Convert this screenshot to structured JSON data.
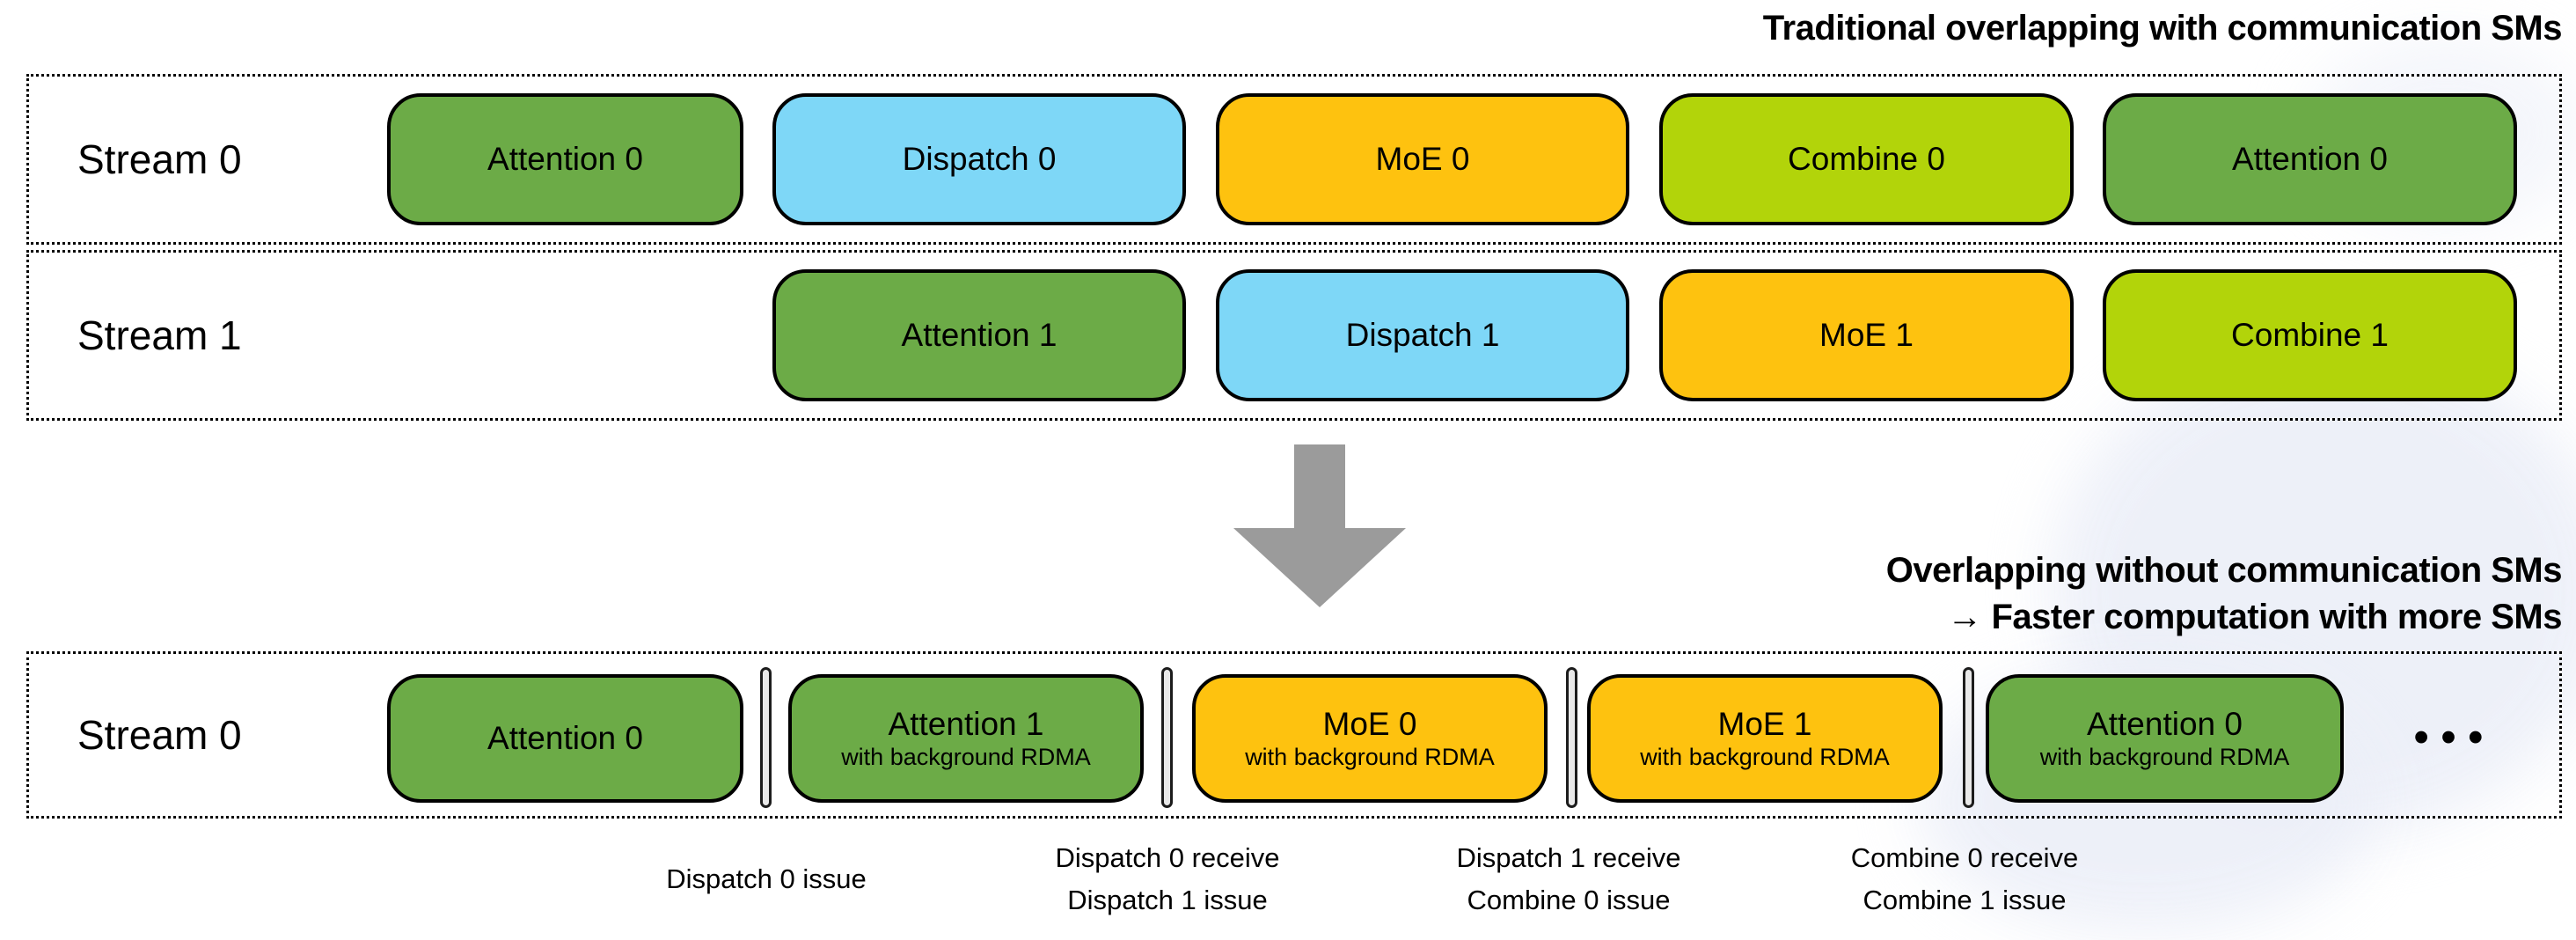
{
  "titles": {
    "traditional": "Traditional overlapping with communication SMs",
    "overlap_line1": "Overlapping without communication SMs",
    "overlap_line2": "→ Faster computation with more SMs"
  },
  "colors": {
    "attention": "#6CAB47",
    "dispatch": "#7ED7F7",
    "moe": "#FEC20F",
    "combine": "#B2D40A",
    "arrow": "#9B9B9B",
    "separator_fill": "#E9E9E9",
    "border": "#000000",
    "watermark": "#ECEFF8"
  },
  "traditional": {
    "rows": [
      {
        "label": "Stream 0",
        "boxes": [
          {
            "label": "Attention 0",
            "type": "attention"
          },
          {
            "label": "Dispatch 0",
            "type": "dispatch"
          },
          {
            "label": "MoE 0",
            "type": "moe"
          },
          {
            "label": "Combine 0",
            "type": "combine"
          },
          {
            "label": "Attention 0",
            "type": "attention"
          }
        ]
      },
      {
        "label": "Stream 1",
        "boxes": [
          {
            "label": "Attention 1",
            "type": "attention"
          },
          {
            "label": "Dispatch 1",
            "type": "dispatch"
          },
          {
            "label": "MoE 1",
            "type": "moe"
          },
          {
            "label": "Combine 1",
            "type": "combine"
          }
        ]
      }
    ]
  },
  "optimized": {
    "label": "Stream 0",
    "boxes": [
      {
        "label": "Attention 0",
        "subtitle": "",
        "type": "attention"
      },
      {
        "label": "Attention 1",
        "subtitle": "with background RDMA",
        "type": "attention"
      },
      {
        "label": "MoE 0",
        "subtitle": "with background RDMA",
        "type": "moe"
      },
      {
        "label": "MoE 1",
        "subtitle": "with background RDMA",
        "type": "moe"
      },
      {
        "label": "Attention 0",
        "subtitle": "with background RDMA",
        "type": "attention"
      }
    ],
    "ellipsis": "•••"
  },
  "annotations": [
    {
      "lines": [
        "Dispatch 0 issue"
      ]
    },
    {
      "lines": [
        "Dispatch 0 receive",
        "Dispatch 1 issue"
      ]
    },
    {
      "lines": [
        "Dispatch 1 receive",
        "Combine 0 issue"
      ]
    },
    {
      "lines": [
        "Combine 0 receive",
        "Combine 1 issue"
      ]
    }
  ]
}
